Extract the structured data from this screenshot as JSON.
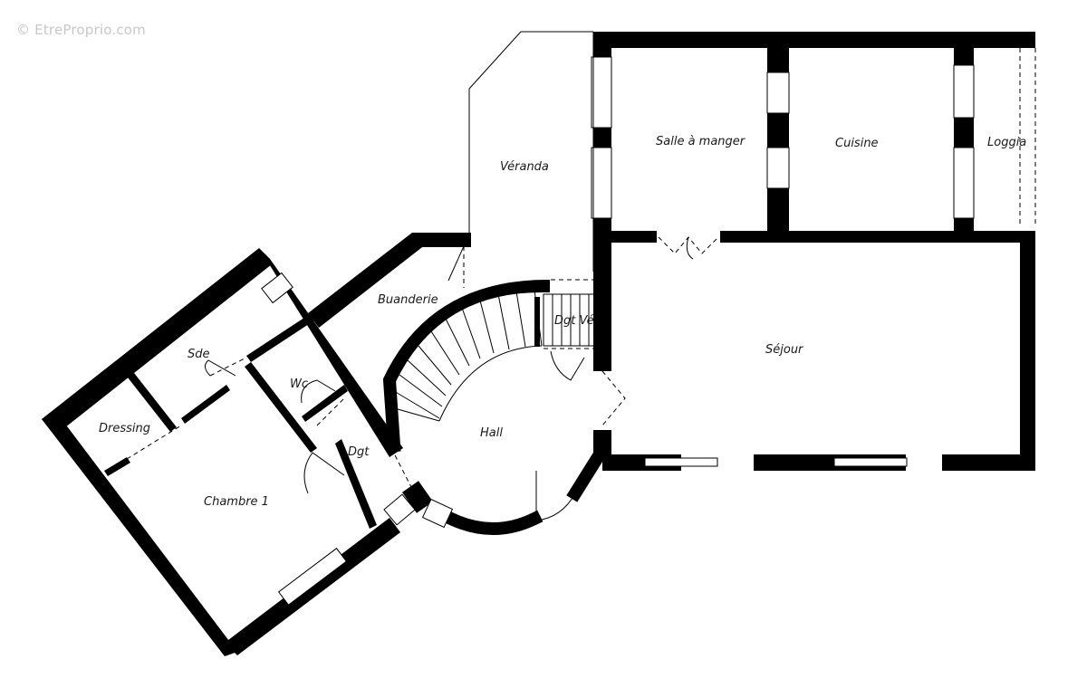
{
  "watermark": "© EtreProprio.com",
  "rooms": {
    "veranda": "Véranda",
    "salle_a_manger": "Salle à manger",
    "cuisine": "Cuisine",
    "loggia": "Loggia",
    "buanderie": "Buanderie",
    "dgt_ve": "Dgt Vé",
    "sejour": "Séjour",
    "sde": "Sde",
    "wc": "Wc",
    "dressing": "Dressing",
    "hall": "Hall",
    "dgt": "Dgt",
    "chambre1": "Chambre 1"
  },
  "colors": {
    "wall": "#000000",
    "background": "#ffffff",
    "watermark": "#c8c8c8"
  }
}
